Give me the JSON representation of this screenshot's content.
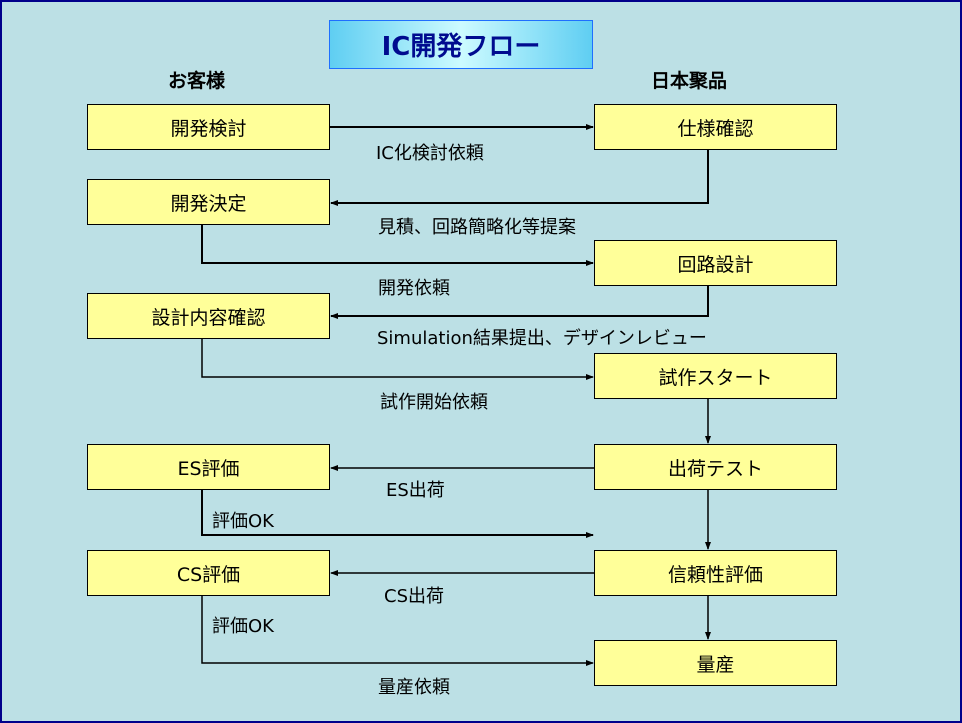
{
  "title": "IC開発フロー",
  "columns": {
    "customer": "お客様",
    "company": "日本聚品"
  },
  "customer_steps": [
    {
      "id": "c1",
      "label": "開発検討"
    },
    {
      "id": "c2",
      "label": "開発決定"
    },
    {
      "id": "c3",
      "label": "設計内容確認"
    },
    {
      "id": "c4",
      "label": "ES評価"
    },
    {
      "id": "c5",
      "label": "CS評価"
    }
  ],
  "company_steps": [
    {
      "id": "s1",
      "label": "仕様確認"
    },
    {
      "id": "s2",
      "label": "回路設計"
    },
    {
      "id": "s3",
      "label": "試作スタート"
    },
    {
      "id": "s4",
      "label": "出荷テスト"
    },
    {
      "id": "s5",
      "label": "信頼性評価"
    },
    {
      "id": "s6",
      "label": "量産"
    }
  ],
  "edge_labels": {
    "ic_request": "IC化検討依頼",
    "estimate": "見積、回路簡略化等提案",
    "dev_request": "開発依頼",
    "simulation": "Simulation結果提出、デザインレビュー",
    "proto_request": "試作開始依頼",
    "es_ship": "ES出荷",
    "es_ok": "評価OK",
    "cs_ship": "CS出荷",
    "cs_ok": "評価OK",
    "mass_request": "量産依頼"
  },
  "colors": {
    "background": "#bce0e5",
    "box_fill": "#ffff99",
    "border": "#00008b",
    "title_text": "#000b8f"
  }
}
